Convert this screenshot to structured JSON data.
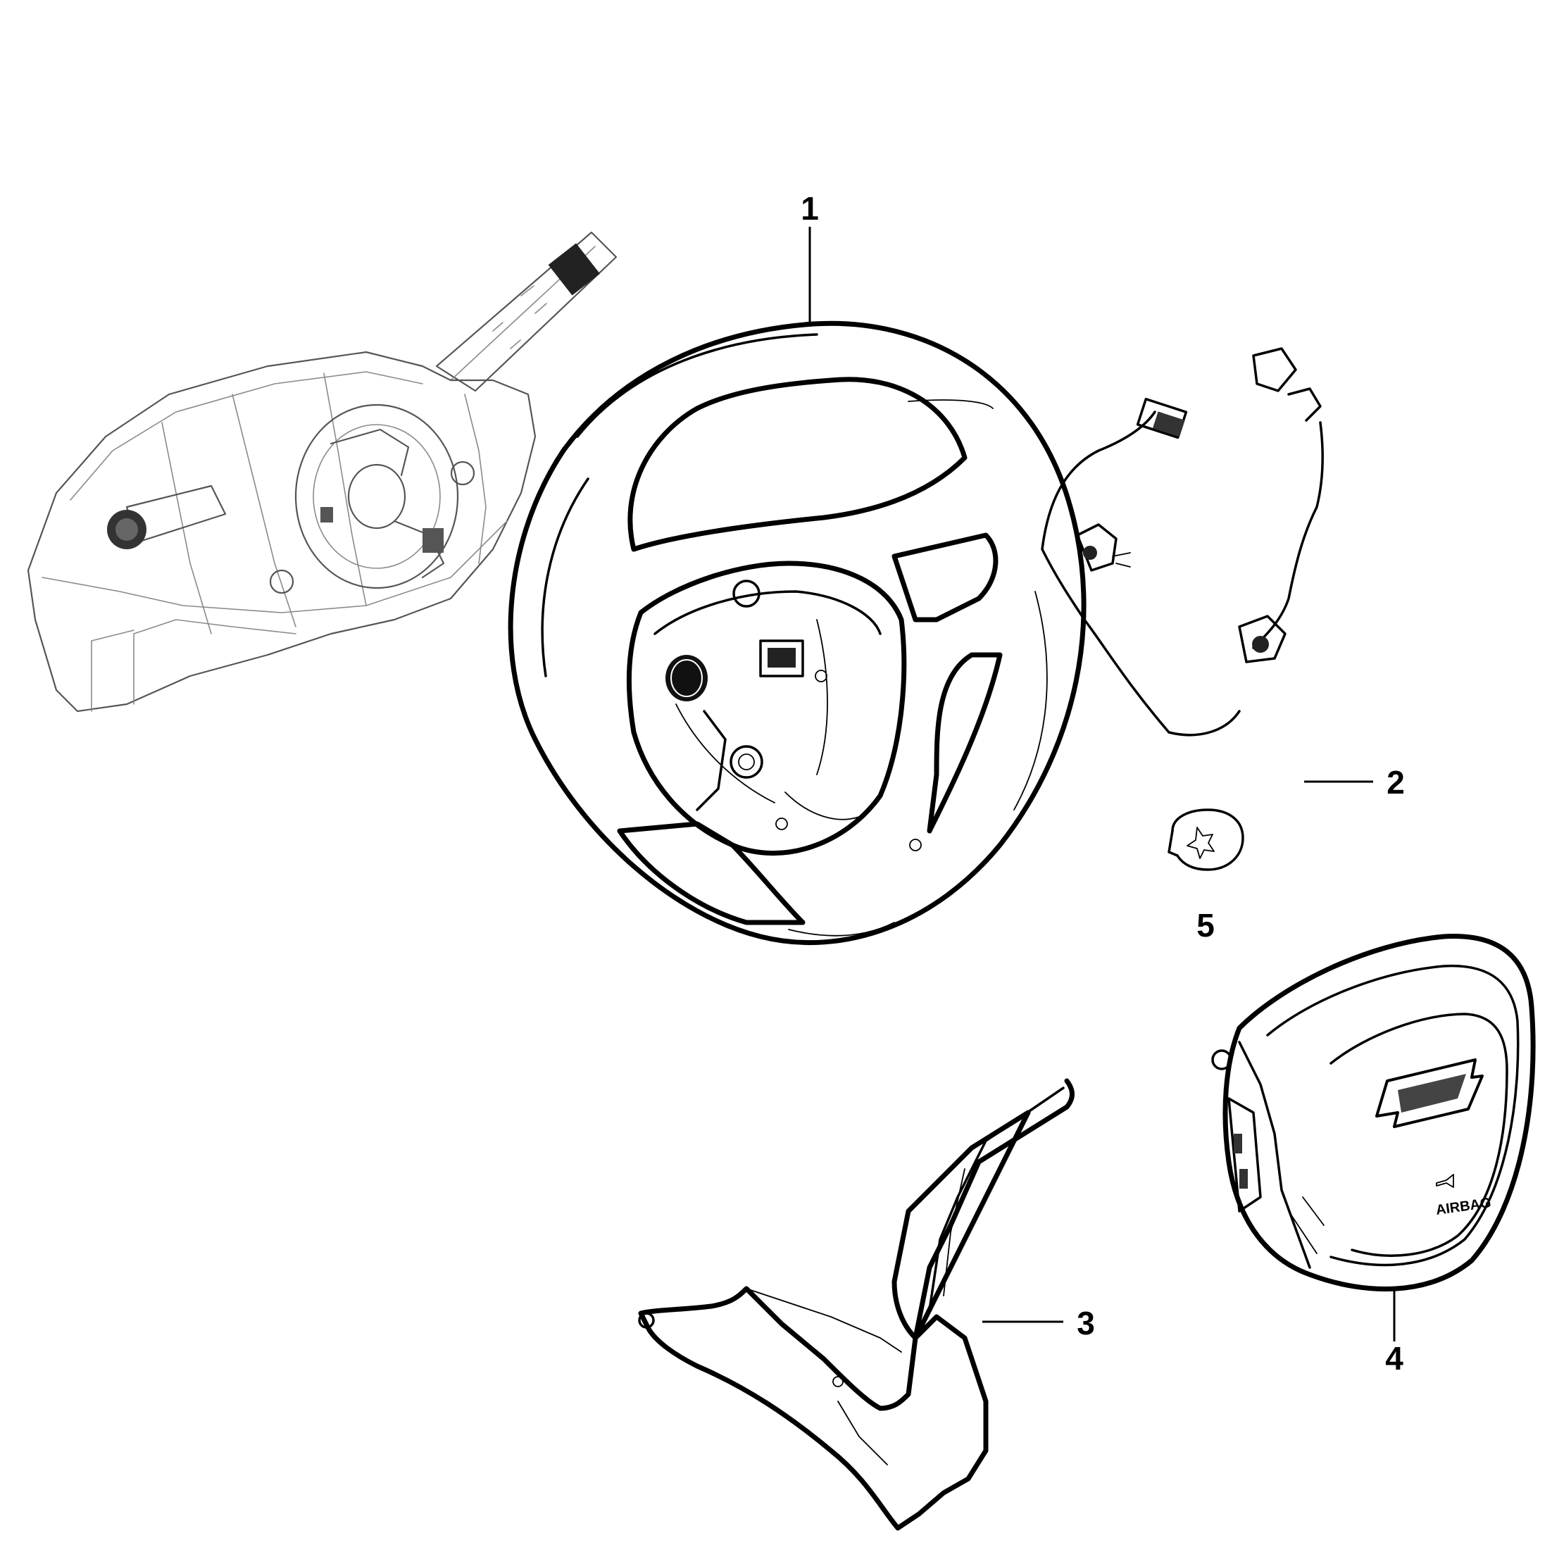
{
  "callouts": [
    {
      "id": "1",
      "label": "1"
    },
    {
      "id": "2",
      "label": "2"
    },
    {
      "id": "3",
      "label": "3"
    },
    {
      "id": "4",
      "label": "4"
    },
    {
      "id": "5",
      "label": "5"
    }
  ],
  "airbag": {
    "marking": "AIRBAG"
  }
}
